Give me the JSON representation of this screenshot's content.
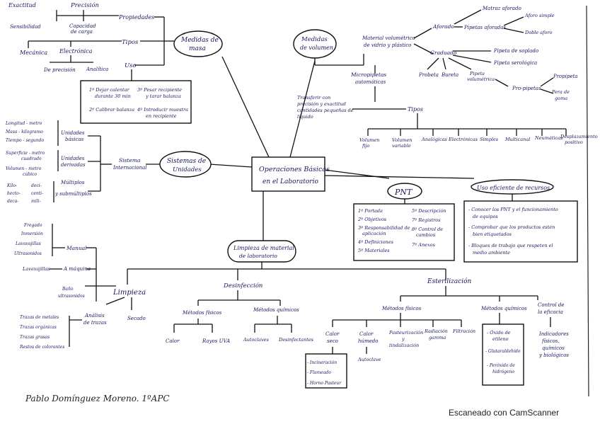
{
  "central": {
    "line1": "Operaciones Básicas",
    "line2": "en el Laboratorio"
  },
  "medidas_masa": {
    "title": "Medidas de",
    "title2": "masa",
    "propiedades": "Propiedades",
    "exactitud": "Exactitud",
    "precision": "Precisión",
    "sensibilidad": "Sensibilidad",
    "capacidad": "Capacidad",
    "capacidad2": "de carga",
    "tipos": "Tipos",
    "mecanica": "Mecánica",
    "electronica": "Electrónica",
    "de_precision": "De precisión",
    "analitica": "Analítica",
    "uso": "Uso",
    "uso1a": "1º Dejar calentar",
    "uso1b": "durante 30 min",
    "uso2a": "2º Calibrar balanza",
    "uso3a": "3º Pesar recipiente",
    "uso3b": "y tarar balanza",
    "uso4a": "4º Introducir muestra",
    "uso4b": "en recipiente"
  },
  "medidas_volumen": {
    "title": "Medidas",
    "title2": "de volumen",
    "material": "Material volumétrico",
    "material2": "de vidrio y plástico",
    "aforado": "Aforado",
    "matraz": "Matraz aforado",
    "pipetas_aforadas": "Pipetas aforadas",
    "aforo_simple": "Aforo simple",
    "doble_aforo": "Doble aforo",
    "graduado": "Graduado",
    "pipeta_soplado": "Pipeta de soplado",
    "pipeta_serologica": "Pipeta serológica",
    "probeta": "Probeta",
    "bureta": "Bureta",
    "pipeta_vol": "Pipeta",
    "pipeta_vol2": "volumétrica",
    "pro_pipetas": "Pro-pipetas",
    "propipeta": "Propipeta",
    "pera": "Pera de",
    "pera2": "goma",
    "micropipetas": "Micropipetas",
    "micropipetas2": "automáticas",
    "transferir": "Transferir con",
    "transferir2": "precisión y exactitud",
    "transferir3": "cantidades pequeñas de",
    "transferir4": "líquido",
    "tipos": "Tipos",
    "tipo_vol_fijo": "Volumen",
    "tipo_vol_fijo2": "fijo",
    "tipo_vol_var": "Volumen",
    "tipo_vol_var2": "variable",
    "analogicas": "Analógicas",
    "electronicas": "Electrónicas",
    "simples": "Simples",
    "multicanal": "Multicanal",
    "neumaticas": "Neumáticas",
    "desplazamiento": "Desplazamiento",
    "desplazamiento2": "positivo"
  },
  "sistemas": {
    "title": "Sistemas de",
    "title2": "Unidades",
    "internacional": "Sistema",
    "internacional2": "Internacional",
    "basicas": "Unidades",
    "basicas2": "básicas",
    "derivadas": "Unidades",
    "derivadas2": "derivadas",
    "multiplos": "Múltiplos",
    "multiplos2": "y submúltiplos",
    "longitud": "Longitud - metro",
    "masa": "Masa - kilogramo",
    "tiempo": "Tiempo - segundo",
    "superficie": "Superficie - metro",
    "superficie2": "cuadrado",
    "volumen": "Volumen - metro",
    "volumen2": "cúbico",
    "kilo": "Kilo-",
    "kilo2": "hecto-",
    "kilo3": "deca-",
    "deci": "deci-",
    "deci2": "centi-",
    "deci3": "mili-"
  },
  "pnt": {
    "title": "PNT",
    "items": [
      "1º Portada",
      "2º Objetivos",
      "3º Responsabilidad de",
      "aplicación",
      "4º Definiciones",
      "5º Materiales",
      "5º Descripción",
      "7º Registros",
      "8º Control de",
      "cambios",
      "7º Anexos"
    ]
  },
  "recursos": {
    "title": "Uso eficiente de recursos",
    "items": [
      "- Conocer los PNT y el funcionamiento",
      "de equipos",
      "- Comprobar que los productos estén",
      "bien etiquetados",
      "- Bloques de trabajo que respeten el",
      "medio ambiente"
    ]
  },
  "limpieza_mat": {
    "title": "Limpieza de material",
    "title2": "de laboratorio",
    "limpieza": "Limpieza",
    "manual": "Manual",
    "fregado": "Fregado",
    "inmersion": "Inmersión",
    "lavavajillas": "Lavavajillas",
    "ultrasonidos": "Ultrasonidos",
    "lavavajillas2": "Lavavajillas",
    "a_maquina": "A máquina",
    "bano": "Baño",
    "bano2": "ultrasonidos",
    "analisis": "Análisis",
    "analisis2": "de trazas",
    "secado": "Secado",
    "trazas_metales": "Trazas de metales",
    "trazas_organicas": "Trazas orgánicas",
    "trazas_grasas": "Trazas grasas",
    "restos_colorantes": "Restos de colorantes"
  },
  "desinfeccion": {
    "title": "Desinfección",
    "fisicos": "Métodos físicos",
    "quimicos": "Métodos químicos",
    "calor": "Calor",
    "rayos": "Rayos UVA",
    "autoclaves": "Autoclaves",
    "desinfectantes": "Desinfectantes"
  },
  "esterilizacion": {
    "title": "Esterilización",
    "fisicos": "Métodos físicos",
    "quimicos": "Métodos químicos",
    "control": "Control de",
    "control2": "la eficacia",
    "calor_seco": "Calor",
    "calor_seco2": "seco",
    "calor_humedo": "Calor",
    "calor_humedo2": "húmedo",
    "incineracion": "- Incineración",
    "flameado": "- Flameado",
    "horno": "- Horno Pasteur",
    "autoclave": "Autoclave",
    "pasteurizacion": "Pasteurización",
    "pasteurizacion2": "y",
    "pasteurizacion3": "tindalización",
    "radiacion": "Radiación",
    "radiacion2": "gamma",
    "filtracion": "Filtración",
    "oxido": "- Óxido de",
    "oxido2": "etileno",
    "glutaraldehido": "- Glutaraldehído",
    "peroxido": "- Peróxido de",
    "peroxido2": "hidrógeno",
    "indicadores": "Indicadores",
    "indicadores2": "físicos,",
    "indicadores3": "químicos",
    "indicadores4": "y biológicos"
  },
  "author": "Pablo Domínguez Moreno.  1ºAPC",
  "footer": "Escaneado con CamScanner"
}
